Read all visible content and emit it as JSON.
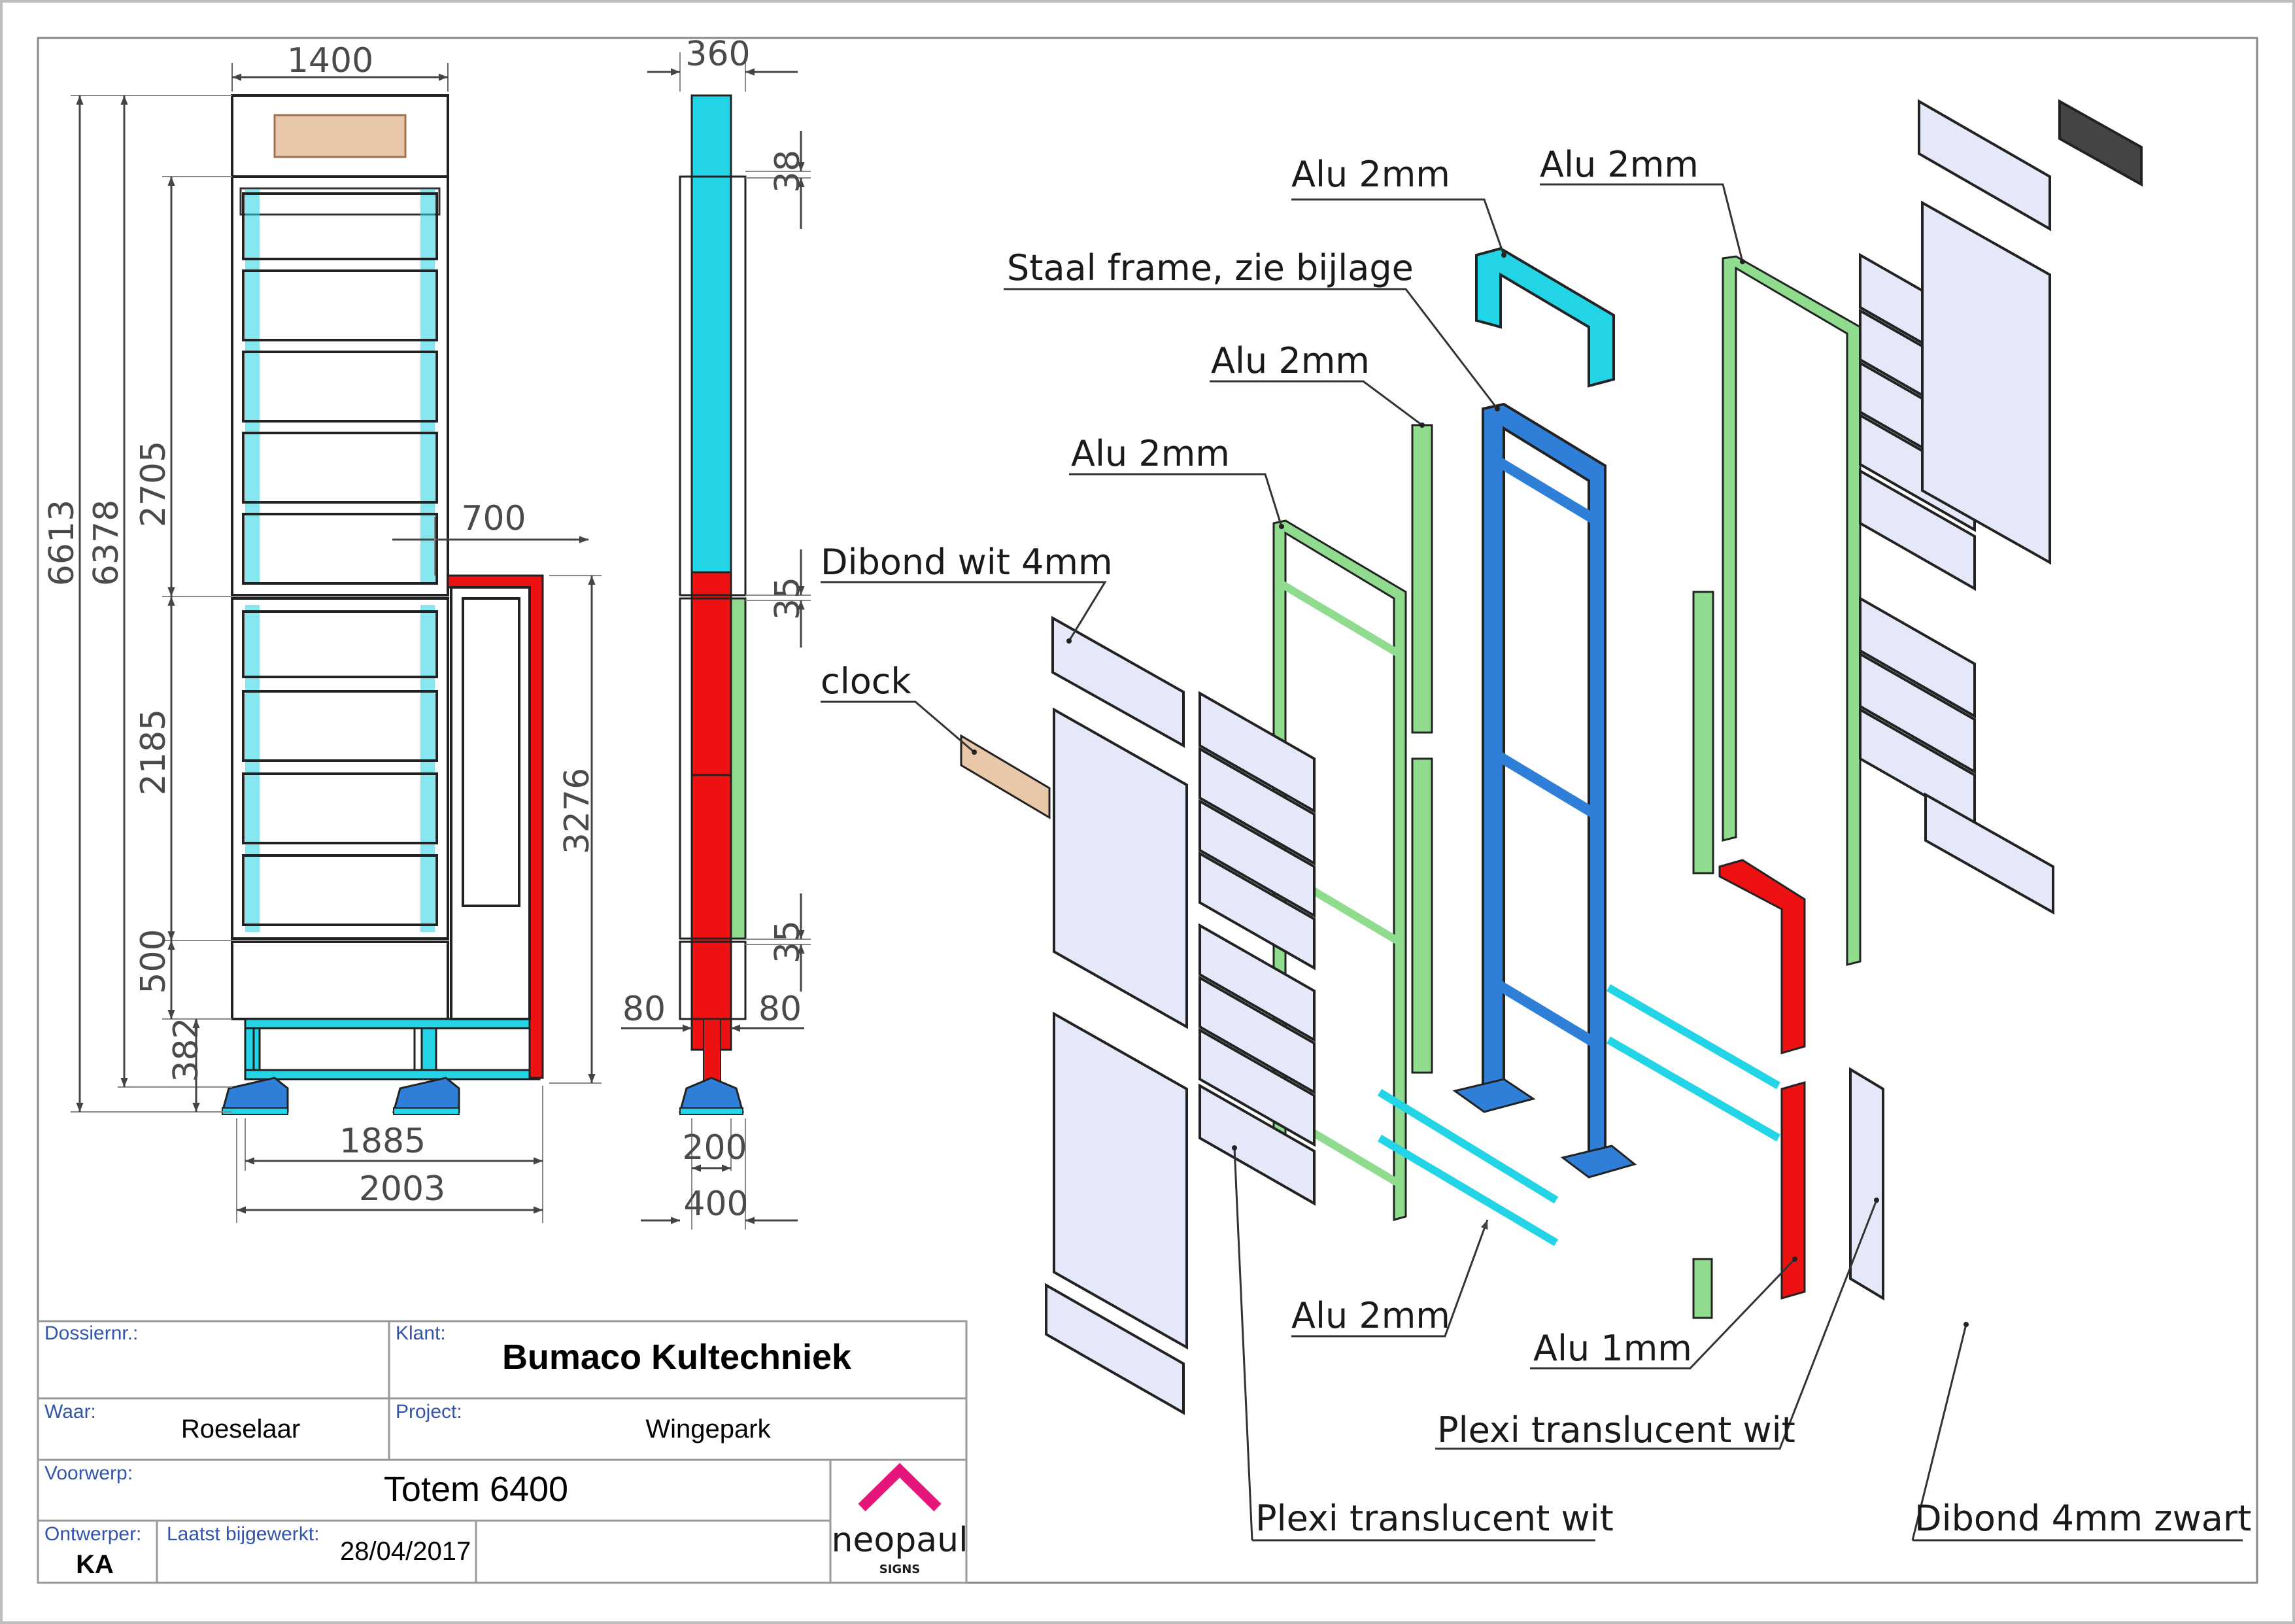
{
  "front_view": {
    "dimensions": {
      "overall_width": "1400",
      "total_height": "6613",
      "height_to_base": "6378",
      "upper_section": "2705",
      "middle_section": "2185",
      "lower_panel": "500",
      "base": "382",
      "side_panel_width": "700",
      "side_panel_height": "3276",
      "inner_base_width": "1885",
      "outer_base_width": "2003"
    }
  },
  "side_view": {
    "dimensions": {
      "depth": "360",
      "gap_top": "38",
      "gap_mid": "35",
      "gap_low": "35",
      "left_offset": "80",
      "right_offset": "80",
      "foot_width": "200",
      "foot_outer": "400"
    }
  },
  "callouts": {
    "alu_top_left": "Alu 2mm",
    "alu_top_right": "Alu 2mm",
    "staal_frame": "Staal frame, zie bijlage",
    "alu_mid": "Alu 2mm",
    "alu_left": "Alu 2mm",
    "dibond_white": "Dibond wit 4mm",
    "clock": "clock",
    "alu_bottom": "Alu 2mm",
    "alu_1mm": "Alu 1mm",
    "plexi_right": "Plexi translucent wit",
    "plexi_left": "Plexi translucent wit",
    "dibond_black": "Dibond 4mm zwart"
  },
  "title_block": {
    "dossier_label": "Dossiernr.:",
    "dossier_value": "",
    "klant_label": "Klant:",
    "klant_value": "Bumaco Kultechniek",
    "waar_label": "Waar:",
    "waar_value": "Roeselaar",
    "project_label": "Project:",
    "project_value": "Wingepark",
    "voorwerp_label": "Voorwerp:",
    "voorwerp_value": "Totem 6400",
    "ontwerper_label": "Ontwerper:",
    "ontwerper_value": "KA",
    "bijgewerkt_label": "Laatst bijgewerkt:",
    "bijgewerkt_value": "28/04/2017",
    "logo_name": "neopaul",
    "logo_sub": "SIGNS"
  },
  "colors": {
    "cyan": "#22d4e6",
    "blue": "#2f7fd8",
    "red": "#ee1111",
    "green": "#8fdc8f",
    "plexi": "#e4e8f8",
    "clock_body": "#e8c8a8",
    "logo": "#e6157a"
  }
}
